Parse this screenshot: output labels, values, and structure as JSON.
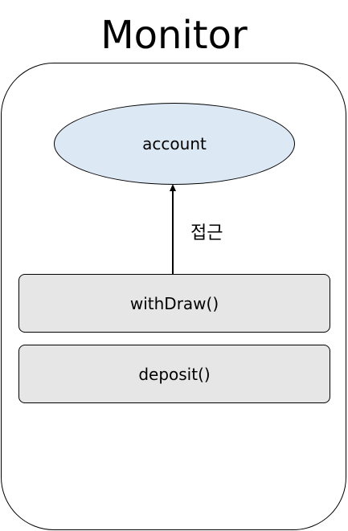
{
  "title": "Monitor",
  "shared_resource": {
    "label": "account",
    "fill_color": "#dde8f5"
  },
  "access_arrow": {
    "label": "접근"
  },
  "methods": [
    {
      "label": "withDraw()"
    },
    {
      "label": "deposit()"
    }
  ],
  "colors": {
    "method_fill": "#e6e6e6",
    "stroke": "#000000"
  }
}
